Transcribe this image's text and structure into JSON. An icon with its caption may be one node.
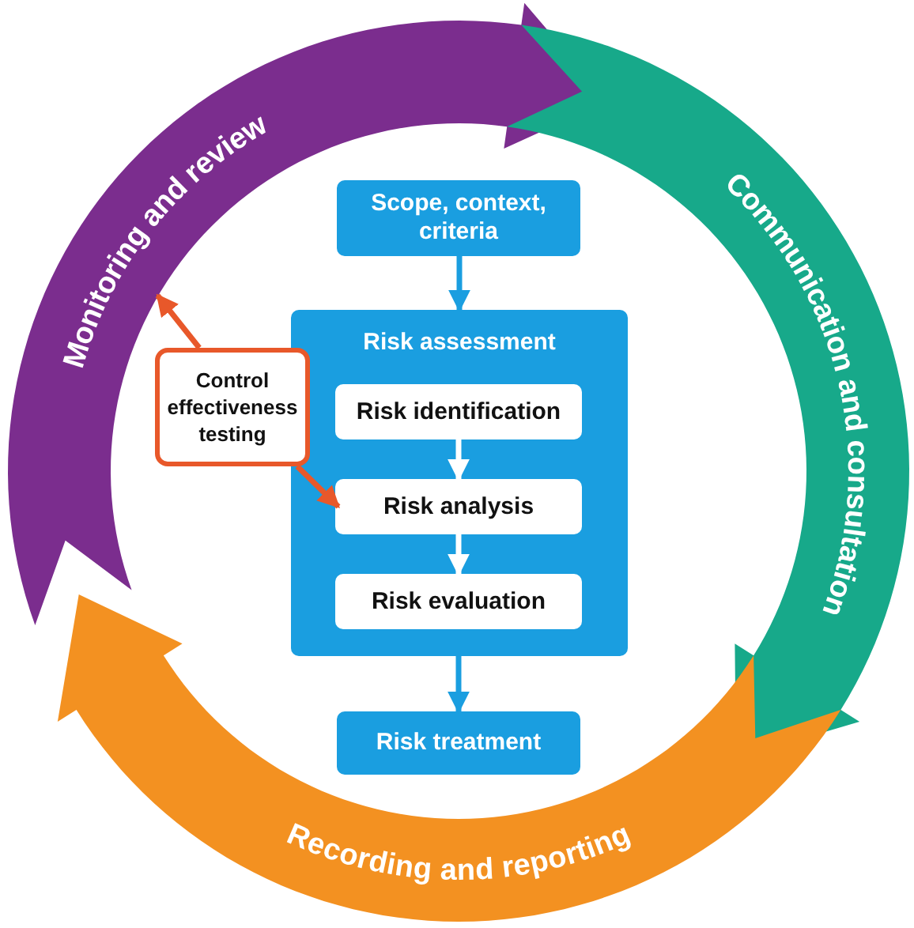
{
  "diagram": {
    "nodes": [
      {
        "text": [
          "Monitoring and review"
        ]
      },
      {
        "text": [
          "Communication and consultation"
        ]
      },
      {
        "text": [
          "Scope, context, criteria"
        ]
      },
      {
        "text": [
          "Risk assessment"
        ]
      },
      {
        "text": [
          "Risk identification"
        ],
        "in": 3
      },
      {
        "text": [
          "Risk analysis"
        ],
        "in": 3
      },
      {
        "text": [
          "Risk evaluation"
        ],
        "in": 3
      },
      {
        "text": [
          "Control effectiveness testing"
        ]
      },
      {
        "text": [
          "Risk treatment"
        ]
      },
      {
        "text": [
          "Recording and reporting"
        ]
      }
    ],
    "edges": [
      {
        "from": 2,
        "to": 3,
        "arrow": "to"
      },
      {
        "from": 4,
        "to": 5,
        "arrow": "to",
        "color": "#ffffff"
      },
      {
        "from": 5,
        "to": 6,
        "arrow": "to",
        "color": "#ffffff"
      },
      {
        "from": 3,
        "to": 8,
        "arrow": "to"
      },
      {
        "from": 7,
        "to": 0,
        "arrow": "to",
        "color": "#e8582a"
      },
      {
        "from": 7,
        "to": 5,
        "arrow": "to",
        "color": "#e8582a"
      }
    ]
  }
}
